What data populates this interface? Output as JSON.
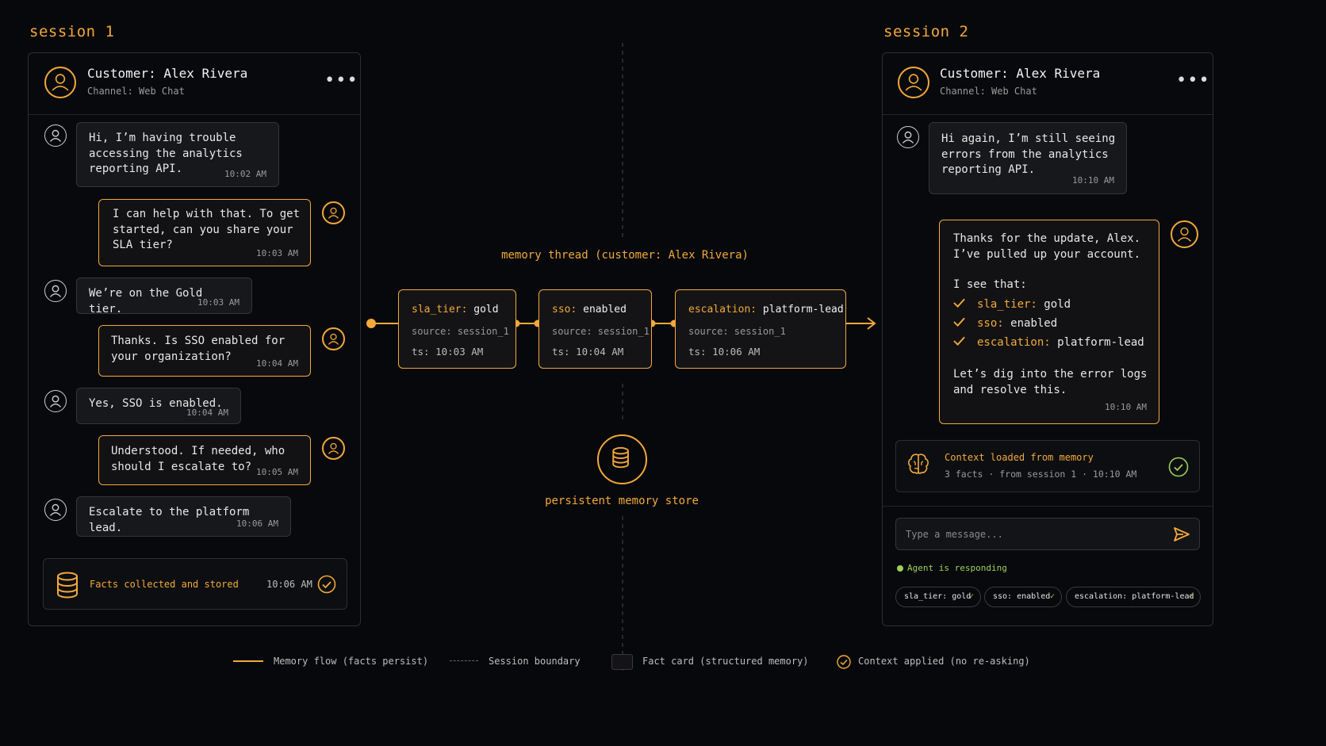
{
  "session1": {
    "title": "session 1",
    "customer": "Customer: Alex Rivera",
    "channel": "Channel: Web Chat",
    "menu": "•••",
    "messages": [
      {
        "role": "user",
        "text": "Hi, I’m having trouble\naccessing the analytics\nreporting API.",
        "time": "10:02 AM"
      },
      {
        "role": "agent",
        "text": "I can help with that. To get\nstarted, can you share your\nSLA tier?",
        "time": "10:03 AM"
      },
      {
        "role": "user",
        "text": "We’re on the Gold tier.",
        "time": "10:03 AM"
      },
      {
        "role": "agent",
        "text": "Thanks. Is SSO enabled for\nyour organization?",
        "time": "10:04 AM"
      },
      {
        "role": "user",
        "text": "Yes, SSO is enabled.",
        "time": "10:04 AM"
      },
      {
        "role": "agent",
        "text": "Understood. If needed, who\nshould I escalate to?",
        "time": "10:05 AM"
      },
      {
        "role": "user",
        "text": "Escalate to the platform lead.",
        "time": "10:06 AM"
      }
    ],
    "footer": {
      "label": "Facts collected and stored",
      "time": "10:06 AM"
    }
  },
  "memory": {
    "thread_label": "memory thread (customer: Alex Rivera)",
    "facts": [
      {
        "key": "sla_tier:",
        "value": "gold",
        "source": "source: session_1",
        "ts": "ts: 10:03 AM"
      },
      {
        "key": "sso:",
        "value": "enabled",
        "source": "source: session_1",
        "ts": "ts: 10:04 AM"
      },
      {
        "key": "escalation:",
        "value": "platform-lead",
        "source": "source: session_1",
        "ts": "ts: 10:06 AM"
      }
    ],
    "store_label": "persistent memory store"
  },
  "session2": {
    "title": "session 2",
    "customer": "Customer: Alex Rivera",
    "channel": "Channel: Web Chat",
    "menu": "•••",
    "user_message": {
      "text": "Hi again, I’m still seeing\nerrors from the analytics\nreporting API.",
      "time": "10:10 AM"
    },
    "agent_message": {
      "intro": "Thanks for the update, Alex.\nI’ve pulled up your account.",
      "see_that": "I see that:",
      "items": [
        {
          "key": "sla_tier:",
          "value": "gold"
        },
        {
          "key": "sso:",
          "value": "enabled"
        },
        {
          "key": "escalation:",
          "value": "platform-lead"
        }
      ],
      "closing": "Let’s dig into the error logs\nand resolve this.",
      "time": "10:10 AM"
    },
    "context": {
      "title": "Context loaded from memory",
      "detail": "3 facts · from session 1 · 10:10 AM"
    },
    "input": {
      "placeholder": "Type a message..."
    },
    "status": "Agent is responding",
    "chips": [
      "sla_tier: gold",
      "sso: enabled",
      "escalation: platform-lead"
    ]
  },
  "legend": [
    {
      "label": "Memory flow (facts persist)"
    },
    {
      "label": "Session boundary"
    },
    {
      "label": "Fact card (structured memory)"
    },
    {
      "label": "Context applied (no re-asking)"
    }
  ],
  "colors": {
    "accent": "#f2a93b",
    "background": "#07080b",
    "status_green": "#9fcf5b"
  }
}
